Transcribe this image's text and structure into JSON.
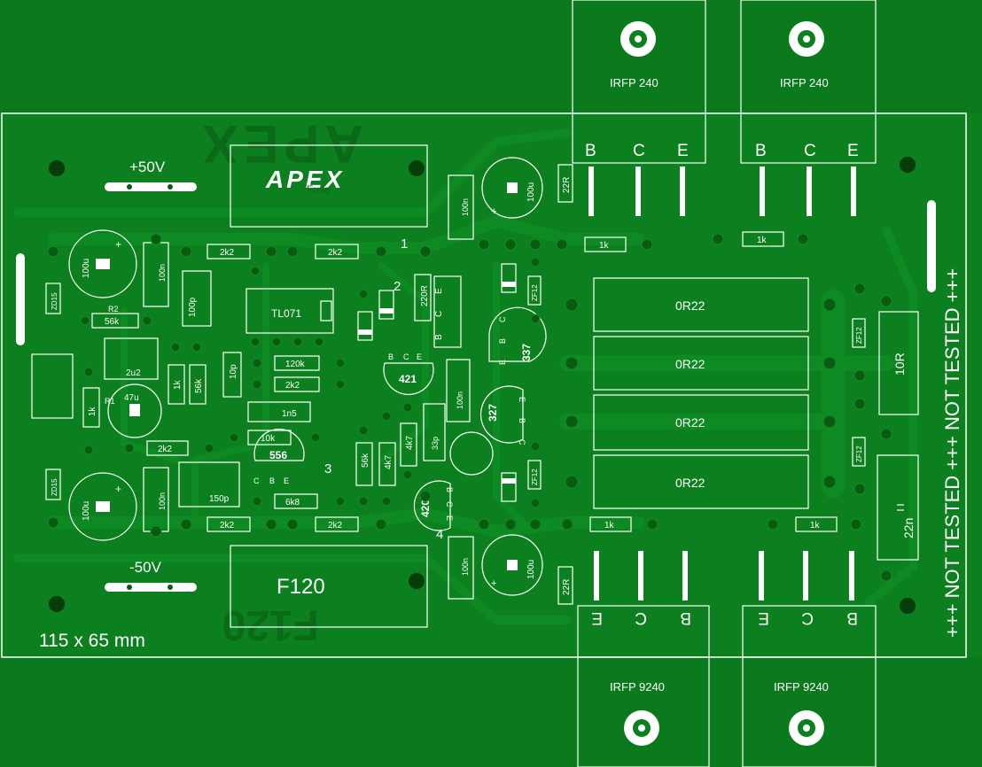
{
  "board": {
    "size_label": "115 x 65 mm",
    "pos_rail": "+50V",
    "neg_rail": "-50V",
    "brand": "APEX",
    "fuse_label": "Fuse",
    "model": "F120",
    "mirror_brand": "APEX",
    "mirror_model": "F120",
    "warning": "+++ NOT TESTED +++ NOT TESTED +++"
  },
  "transistors_top": [
    {
      "name": "IRFP 240",
      "pins": [
        "B",
        "C",
        "E"
      ]
    },
    {
      "name": "IRFP 240",
      "pins": [
        "B",
        "C",
        "E"
      ]
    }
  ],
  "transistors_bottom": [
    {
      "name": "IRFP 9240",
      "pins": [
        "E",
        "C",
        "B"
      ]
    },
    {
      "name": "IRFP 9240",
      "pins": [
        "E",
        "C",
        "B"
      ]
    }
  ],
  "resistors": {
    "power": [
      "0R22",
      "0R22",
      "0R22",
      "0R22"
    ],
    "r10": "10R",
    "r22r_top": "22R",
    "r22r_bot": "22R",
    "r220": "220R",
    "r1k_top_a": "1k",
    "r1k_top_b": "1k",
    "r1k_bot_a": "1k",
    "r1k_bot_b": "1k",
    "r2k2_a": "2k2",
    "r2k2_b": "2k2",
    "r2k2_c": "2k2",
    "r2k2_d": "2k2",
    "r2k2_e": "2k2",
    "r2k2_f": "2k2",
    "r56k_a": "56k",
    "r56k_b": "56k",
    "r56k_c": "56k",
    "r120k": "120k",
    "r10k": "10k",
    "r6k8": "6k8",
    "r4k7_a": "4k7",
    "r4k7_b": "4k7",
    "r1k_left": "1k",
    "r1k_mid": "1k",
    "b2": "R2",
    "b1": "R1"
  },
  "capacitors": {
    "c100u_tl": "100u",
    "c100u_bl": "100u",
    "c100u_tm": "100u",
    "c100u_bm": "100u",
    "c47u": "47u",
    "c100n_a": "100n",
    "c100n_b": "100n",
    "c100n_c": "100n",
    "c100n_d": "100n",
    "c100n_e": "100n",
    "c100p": "100p",
    "c10p": "10p",
    "c2u2": "2u2",
    "c1n5": "1n5",
    "c150p": "150p",
    "c33p": "33p",
    "c22n": "22n"
  },
  "semis": {
    "opamp": "TL071",
    "q421": "421",
    "q420": "420",
    "q327": "327",
    "q337": "337",
    "q556": "556",
    "zd_a": "ZD15",
    "zd_b": "ZD15",
    "zf_a": "ZF12",
    "zf_b": "ZF12",
    "zf_c": "ZF12",
    "zf_d": "ZF12",
    "pins_bce": [
      "B",
      "C",
      "E"
    ],
    "pins_ecb": [
      "E",
      "C",
      "B"
    ],
    "pins_cbe": [
      "C",
      "B",
      "E"
    ],
    "pins_ebc": [
      "E",
      "B",
      "C"
    ]
  },
  "nodes": [
    "1",
    "2",
    "3",
    "4"
  ],
  "colors": {
    "board": "#0c7f1e",
    "silk": "#ffffff",
    "copper": "#0e8a22"
  }
}
